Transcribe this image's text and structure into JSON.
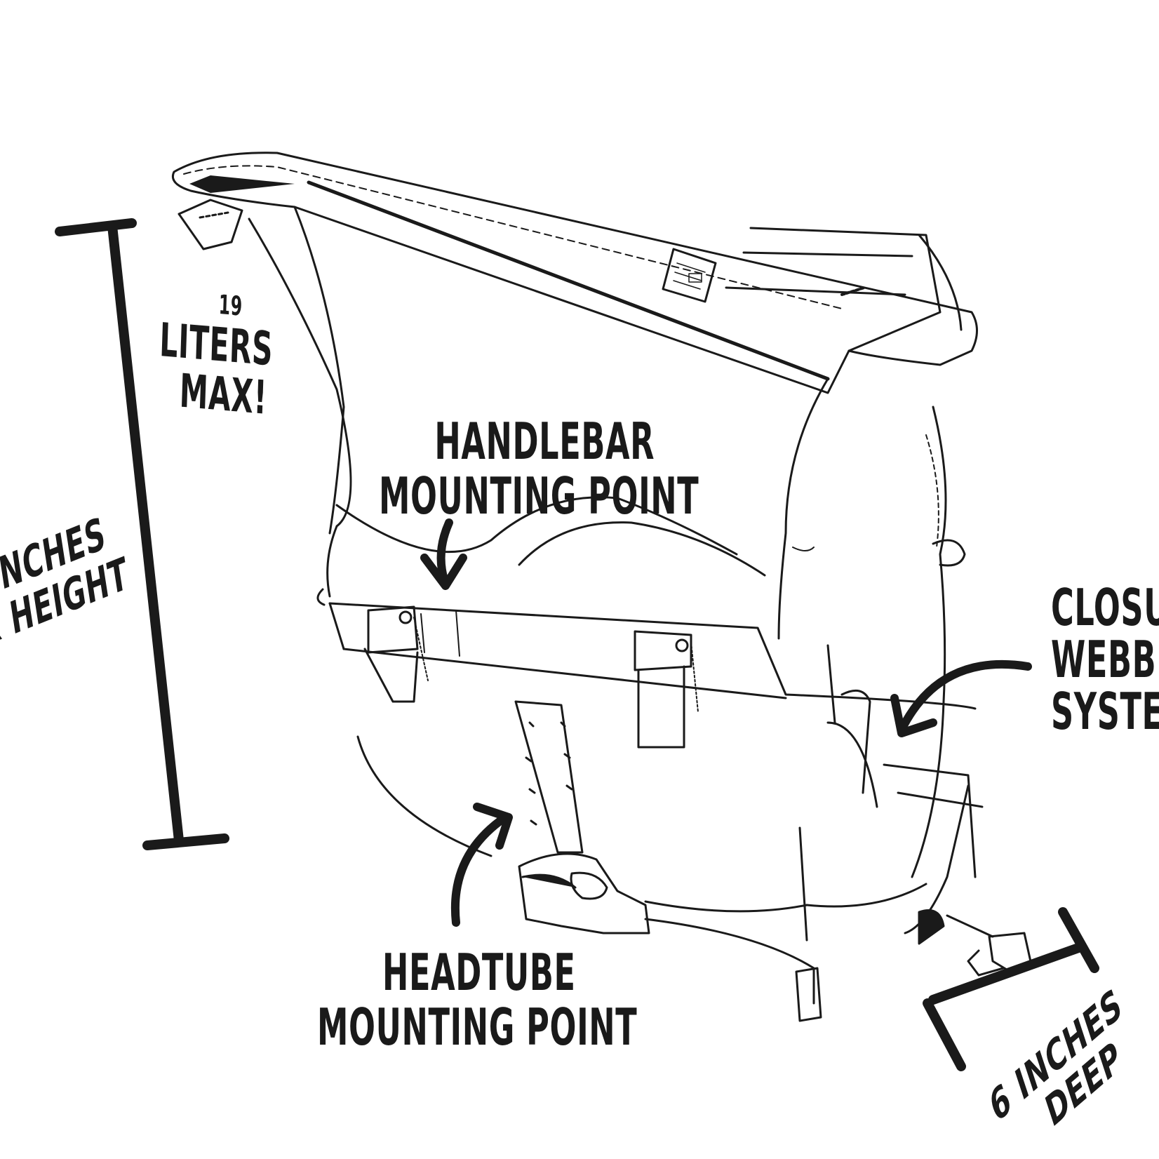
{
  "annotations": {
    "capacity": {
      "line1": "19",
      "line2": "LiTERS",
      "line3": "MAX!"
    },
    "height": {
      "line1": "iNCHES",
      "line2": "X HEiGHT"
    },
    "handlebar": {
      "line1": "HANDLEBAR",
      "line2": "MOUNTiNG POiNT"
    },
    "headtube": {
      "line1": "HEADTUBE",
      "line2": "MOUNTiNG POiNT"
    },
    "closure": {
      "line1": "CLOSUR",
      "line2": "WEBBiN",
      "line3": "SYSTE"
    },
    "depth": {
      "line1": "6 iNCHES",
      "line2": "DEEP"
    }
  },
  "colors": {
    "ink": "#1a1a1a",
    "paper": "#ffffff"
  }
}
